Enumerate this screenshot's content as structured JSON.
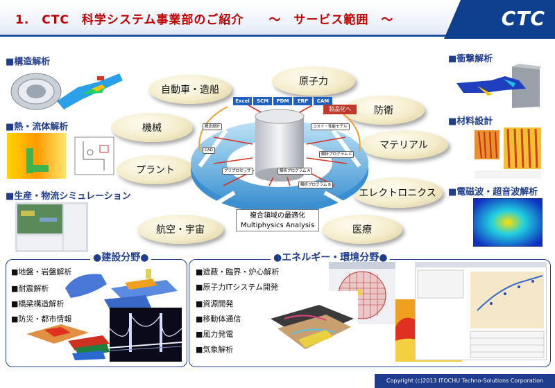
{
  "header": {
    "title": "1.　CTC　科学システム事業部のご紹介　　～　サービス範囲　～",
    "logo": "CTC"
  },
  "left_sections": [
    {
      "label": "■構造解析"
    },
    {
      "label": "■熱・流体解析"
    },
    {
      "label": "■生産・物流シミュレーション"
    }
  ],
  "right_sections": [
    {
      "label": "■衝撃解析"
    },
    {
      "label": "■材料設計"
    },
    {
      "label": "■電磁波・超音波解析"
    }
  ],
  "industries": {
    "automotive": "自動車・造船",
    "nuclear": "原子力",
    "machinery": "機械",
    "defense": "防衛",
    "material": "マテリアル",
    "plant": "プラント",
    "electronics": "エレクトロニクス",
    "aerospace": "航空・宇宙",
    "medical": "医療"
  },
  "center": {
    "software": [
      "Excel",
      "SCM",
      "PDM",
      "ERP",
      "CAM"
    ],
    "product_tag": "製品化へ",
    "modules": [
      "概念設計",
      "CAD",
      "プリプロセッサ",
      "解析プログラム A",
      "解析プログラム B",
      "解析プログラム C",
      "コスト・性能モデル"
    ],
    "note_line1": "複合領域の最適化",
    "note_line2": "Multiphysics Analysis"
  },
  "construction": {
    "title": "●建設分野●",
    "items": [
      "■地盤・岩盤解析",
      "■耐震解析",
      "■橋梁構造解析",
      "■防災・都市情報"
    ]
  },
  "energy": {
    "title": "●エネルギー・環境分野●",
    "items": [
      "■遮蔽・臨界・炉心解析",
      "■原子力ITシステム開発",
      "■資源開発",
      "■移動体通信",
      "■風力発電",
      "■気象解析"
    ]
  },
  "copyright": "Copyright (c)2013 ITOCHU Techno-Solutions Corporation",
  "colors": {
    "title_red": "#c00000",
    "brand_blue": "#1f3d8c",
    "logo_blue": "#0f3f8f",
    "oval_fill": "#f4eccb"
  }
}
